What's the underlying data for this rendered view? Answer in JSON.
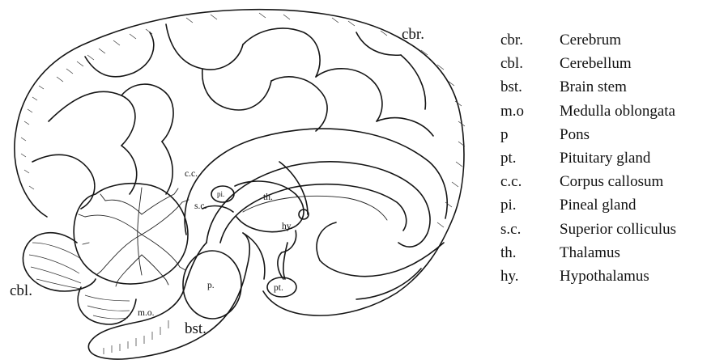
{
  "figure_labels": {
    "cbr": "cbr.",
    "cbl": "cbl.",
    "bst": "bst.",
    "mo": "m.o.",
    "p": "p.",
    "pt": "pt.",
    "cc": "c.c.",
    "pi": "pi.",
    "sc": "s.c.",
    "th": "th.",
    "hy": "hy."
  },
  "legend": [
    {
      "abbr": "cbr.",
      "name": "Cerebrum"
    },
    {
      "abbr": "cbl.",
      "name": "Cerebellum"
    },
    {
      "abbr": "bst.",
      "name": "Brain stem"
    },
    {
      "abbr": "m.o",
      "name": "Medulla oblongata"
    },
    {
      "abbr": "p",
      "name": "Pons"
    },
    {
      "abbr": "pt.",
      "name": "Pituitary gland"
    },
    {
      "abbr": "c.c.",
      "name": "Corpus callosum"
    },
    {
      "abbr": "pi.",
      "name": "Pineal gland"
    },
    {
      "abbr": "s.c.",
      "name": "Superior colliculus"
    },
    {
      "abbr": "th.",
      "name": "Thalamus"
    },
    {
      "abbr": "hy.",
      "name": "Hypothalamus"
    }
  ]
}
